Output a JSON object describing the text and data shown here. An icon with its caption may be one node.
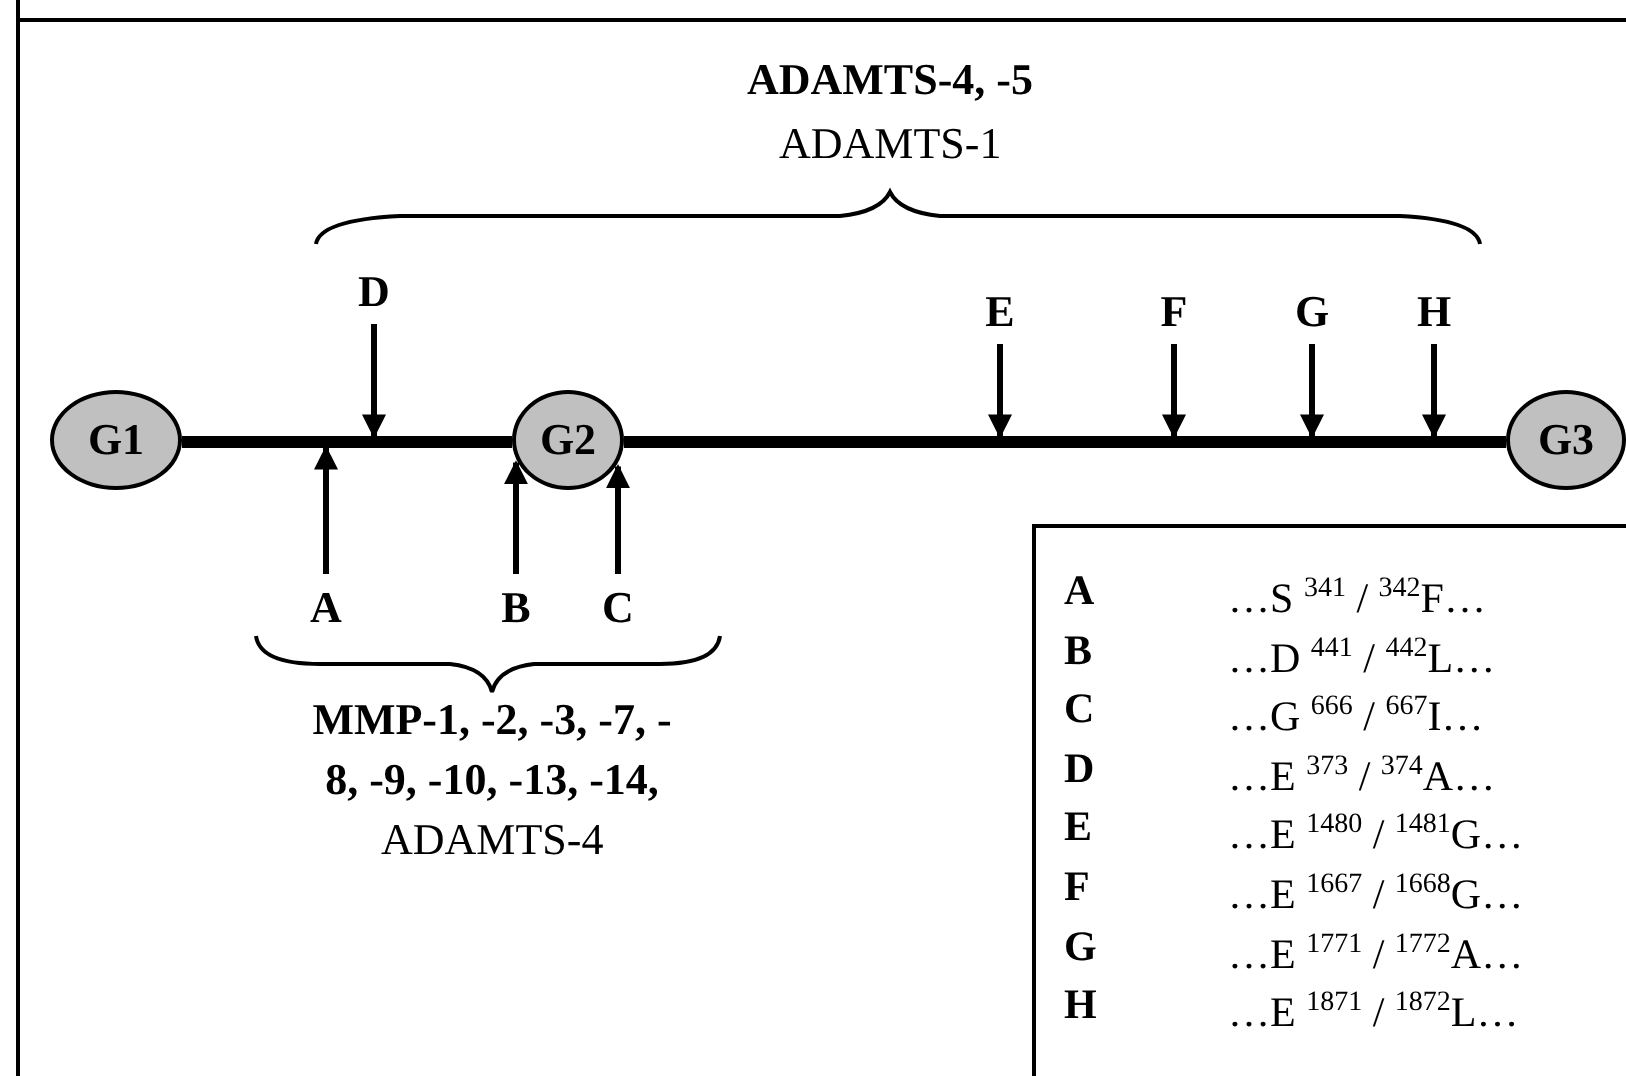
{
  "diagram": {
    "nodes": [
      {
        "text": [
          "G1"
        ]
      },
      {
        "text": [
          "G2"
        ]
      },
      {
        "text": [
          "G3"
        ]
      },
      {
        "text": [
          "D"
        ]
      },
      {
        "text": [
          "E"
        ]
      },
      {
        "text": [
          "F"
        ]
      },
      {
        "text": [
          "G"
        ]
      },
      {
        "text": [
          "H"
        ]
      },
      {
        "text": [
          "A"
        ]
      },
      {
        "text": [
          "B"
        ]
      },
      {
        "text": [
          "C"
        ]
      }
    ],
    "edges": [
      {
        "from": 0,
        "to": 1,
        "arrow": "none",
        "style": "thick"
      },
      {
        "from": 1,
        "to": 2,
        "arrow": "none",
        "style": "thick"
      },
      {
        "from": 3,
        "to": null,
        "arrow": "to"
      },
      {
        "from": 4,
        "to": null,
        "arrow": "to"
      },
      {
        "from": 5,
        "to": null,
        "arrow": "to"
      },
      {
        "from": 6,
        "to": null,
        "arrow": "to"
      },
      {
        "from": 7,
        "to": null,
        "arrow": "to"
      },
      {
        "from": 8,
        "to": null,
        "arrow": "to"
      },
      {
        "from": 9,
        "to": 1,
        "arrow": "to"
      },
      {
        "from": 10,
        "to": 1,
        "arrow": "to"
      }
    ],
    "labels": [
      "ADAMTS-4, -5",
      "ADAMTS-1",
      "MMP-1, -2, -3, -7, - 8, -9, -10, -13, -14,",
      "ADAMTS-4",
      "A",
      "…S $^{341}$ / $^{342}$F…",
      "B",
      "…D $^{441}$ / $^{442}$L…",
      "C",
      "…G $^{666}$ / $^{667}$I…",
      "D",
      "…E $^{373}$ / $^{374}$A…",
      "E",
      "…E $^{1480}$ / $^{1481}$G…",
      "F",
      "…E $^{1667}$ / $^{1668}$G…",
      "G",
      "…E $^{1771}$ / $^{1772}$A…",
      "H",
      "…E $^{1871}$ / $^{1872}$L…"
    ]
  }
}
